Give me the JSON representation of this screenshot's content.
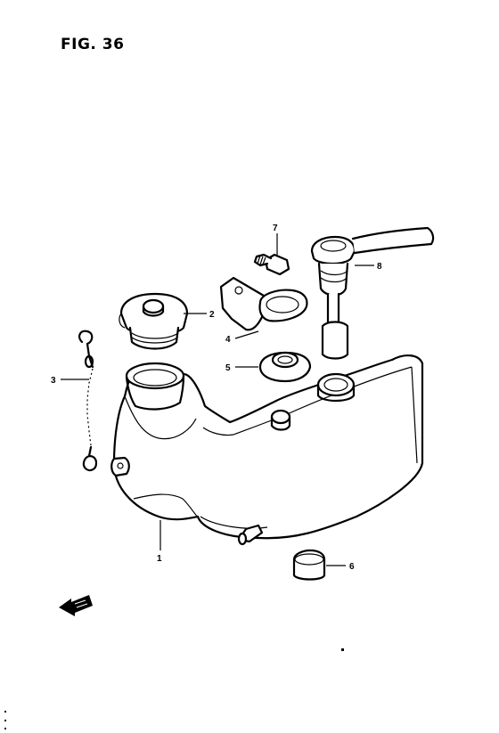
{
  "figure": {
    "title": "FIG. 36"
  },
  "callouts": [
    {
      "id": "7",
      "label": "7"
    },
    {
      "id": "8",
      "label": "8"
    },
    {
      "id": "2",
      "label": "2"
    },
    {
      "id": "4",
      "label": "4"
    },
    {
      "id": "5",
      "label": "5"
    },
    {
      "id": "3",
      "label": "3"
    },
    {
      "id": "1",
      "label": "1"
    },
    {
      "id": "6",
      "label": "6"
    }
  ],
  "icons": {
    "front_arrow": "front-direction-arrow-icon"
  }
}
